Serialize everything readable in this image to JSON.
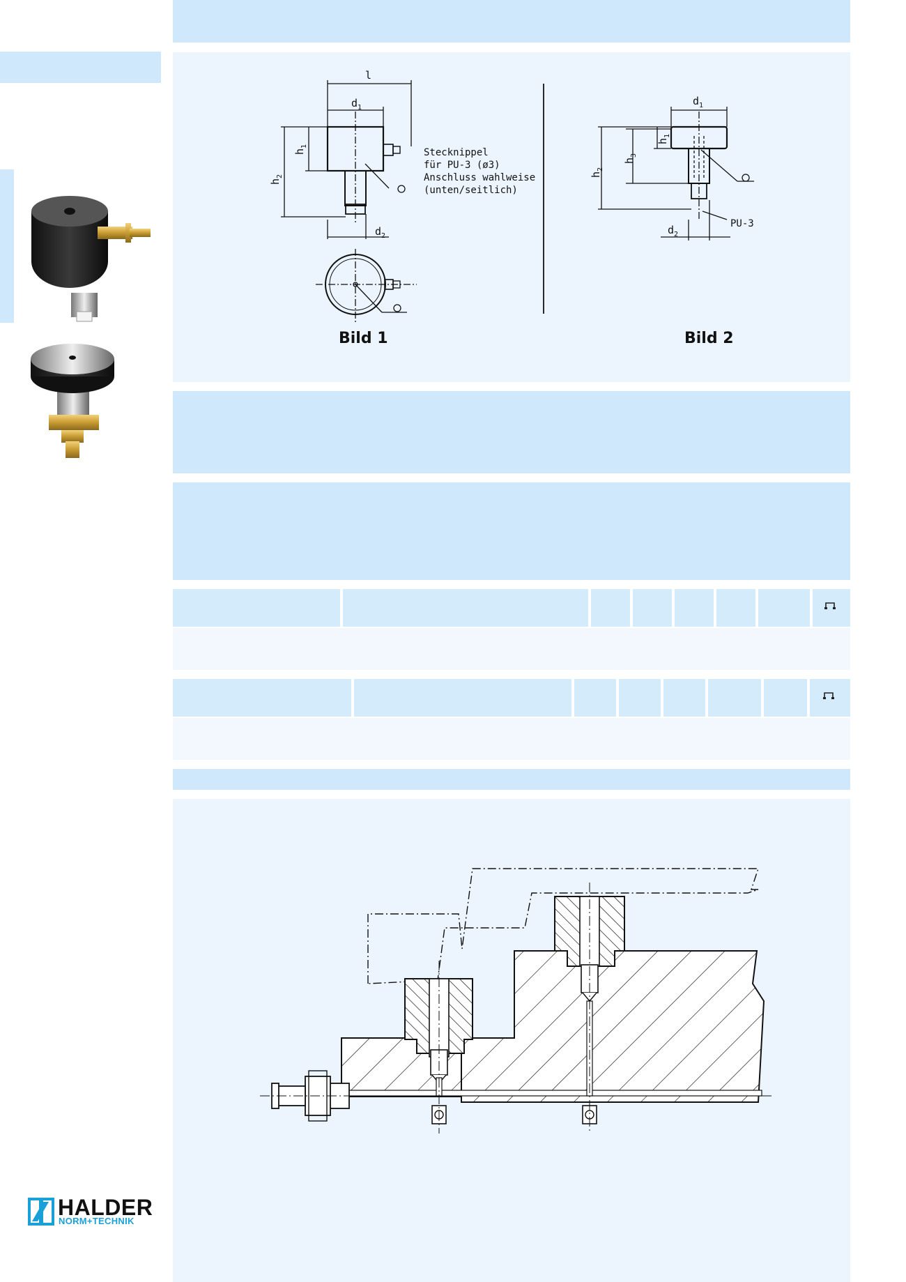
{
  "drawing_top": {
    "bild1_label": "Bild 1",
    "bild2_label": "Bild 2",
    "dim_l": "l",
    "dim_d1": "d",
    "dim_d1_sub": "1",
    "dim_d2": "d",
    "dim_d2_sub": "2",
    "dim_h1": "h",
    "dim_h1_sub": "1",
    "dim_h2": "h",
    "dim_h2_sub": "2",
    "dim_h3": "h",
    "dim_h3_sub": "3",
    "note_line1": "Stecknippel",
    "note_line2": "für PU-3 (ø3)",
    "note_line3": "Anschluss wahlweise",
    "note_line4": "(unten/seitlich)",
    "pu3_label": "PU-3"
  },
  "logo": {
    "name": "HALDER",
    "tagline": "NORM+TECHNIK",
    "brand_color": "#1aa0d8"
  },
  "colors": {
    "band_dark": "#cfe8fb",
    "band_light": "#ecf5fd"
  },
  "icons": [
    "scale-icon",
    "scale-icon"
  ]
}
